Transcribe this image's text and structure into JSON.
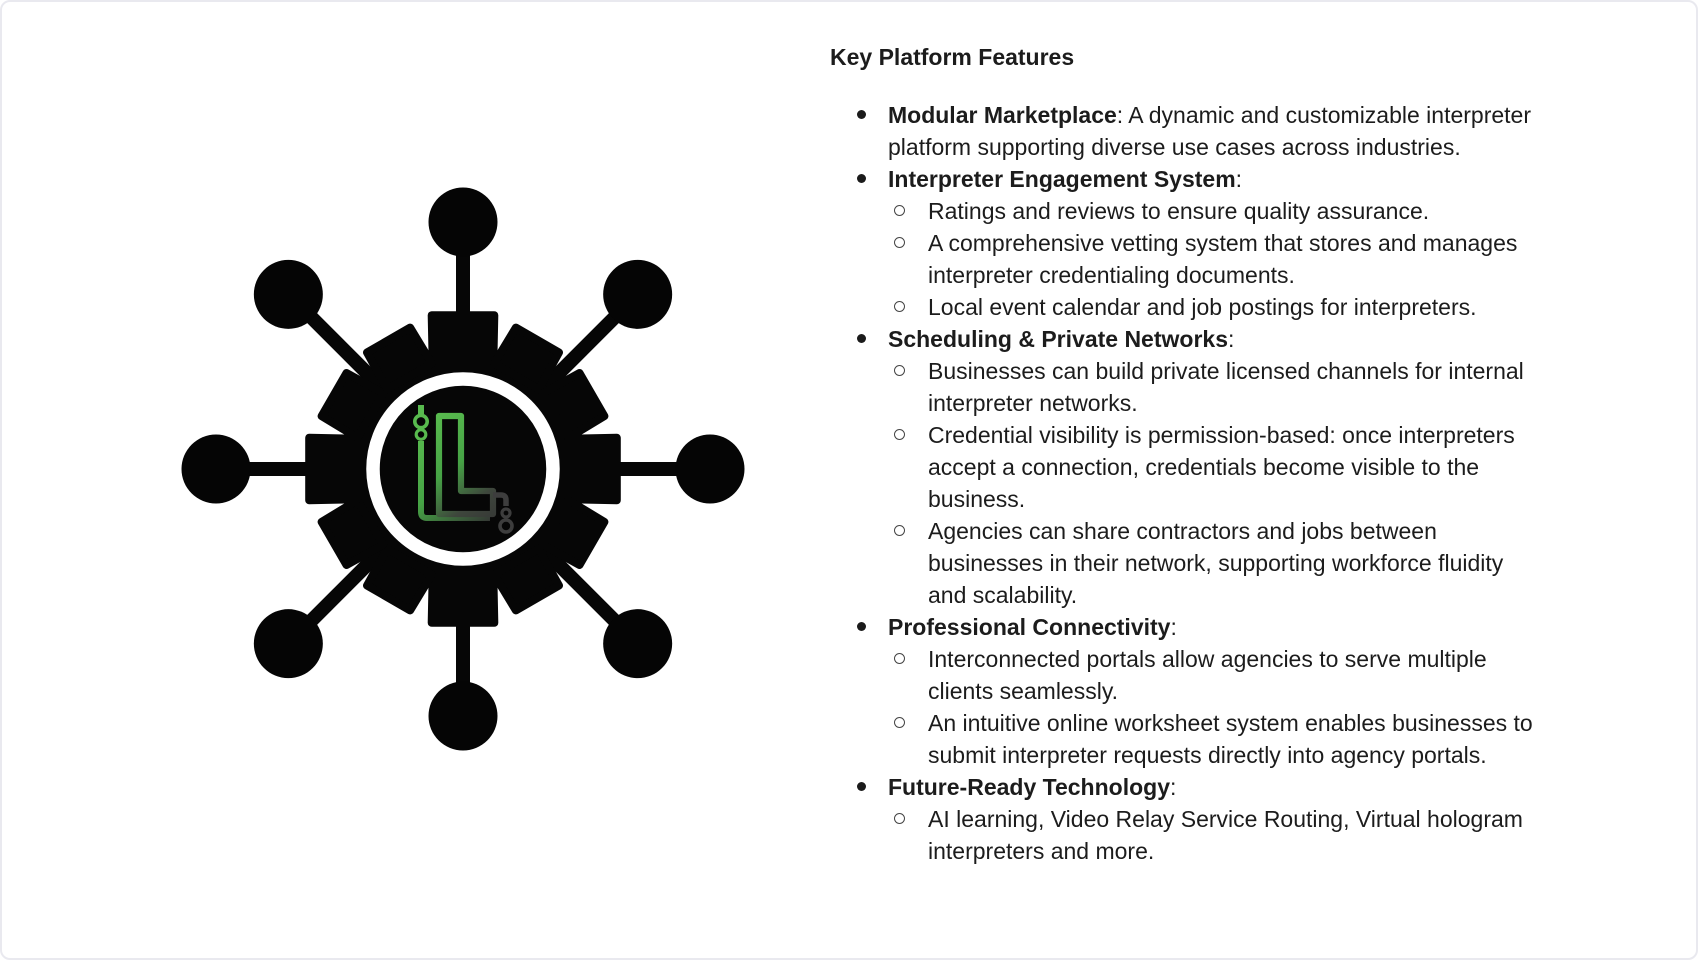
{
  "frame": {
    "background": "#ffffff",
    "border_color": "#e9e9ef",
    "text_color": "#1c1c1c"
  },
  "title": "Key Platform Features",
  "features": [
    {
      "label": "Modular Marketplace",
      "text": ": A dynamic and customizable interpreter\nplatform supporting diverse use cases across industries.",
      "subs": []
    },
    {
      "label": "Interpreter Engagement System",
      "text": ":",
      "subs": [
        "Ratings and reviews to ensure quality assurance.",
        "A comprehensive vetting system that stores and manages\ninterpreter credentialing documents.",
        "Local event calendar and job postings for interpreters."
      ]
    },
    {
      "label": "Scheduling & Private Networks",
      "text": ":",
      "subs": [
        "Businesses can build private licensed channels for internal\ninterpreter networks.",
        "Credential visibility is permission-based: once interpreters\naccept a connection, credentials become visible to the\nbusiness.",
        "Agencies can share contractors and jobs between\nbusinesses in their network, supporting workforce fluidity\nand scalability."
      ]
    },
    {
      "label": "Professional Connectivity",
      "text": ":",
      "subs": [
        "Interconnected portals allow agencies to serve multiple\nclients seamlessly.",
        "An intuitive online worksheet system enables businesses to\nsubmit interpreter requests directly into agency portals."
      ]
    },
    {
      "label": "Future-Ready Technology",
      "text": ":",
      "subs": [
        "AI learning, Video Relay Service Routing, Virtual hologram\ninterpreters and more."
      ]
    }
  ],
  "logo": {
    "monogram": "L",
    "colors": {
      "gear": "#060606",
      "node": "#050505",
      "ring": "#ffffff",
      "green_bright": "#58ba4e",
      "green": "#46a345",
      "dark": "#3d3d3d",
      "darker": "#343434"
    }
  }
}
